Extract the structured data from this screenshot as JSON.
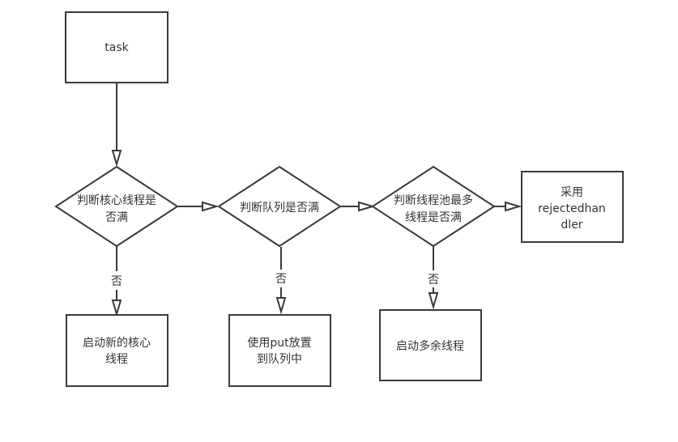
{
  "diagram": {
    "nodes": {
      "task": {
        "lines": [
          "task"
        ]
      },
      "check_core": {
        "lines": [
          "判断核心线程是",
          "否满"
        ]
      },
      "check_queue": {
        "lines": [
          "判断队列是否满"
        ]
      },
      "check_max": {
        "lines": [
          "判断线程池最多",
          "线程是否满"
        ]
      },
      "reject": {
        "lines": [
          "采用",
          "rejectedhan",
          "dler"
        ]
      },
      "start_core": {
        "lines": [
          "启动新的核心",
          "线程"
        ]
      },
      "put_queue": {
        "lines": [
          "使用put放置",
          "到队列中"
        ]
      },
      "start_extra": {
        "lines": [
          "启动多余线程"
        ]
      }
    },
    "edge_labels": {
      "core_no": "否",
      "queue_no": "否",
      "max_no": "否"
    }
  }
}
